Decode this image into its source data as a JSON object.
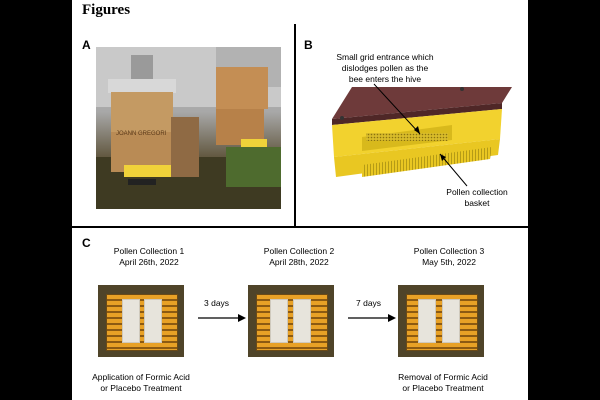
{
  "figure_title": "Figures",
  "panels": {
    "a": {
      "letter": "A"
    },
    "b": {
      "letter": "B",
      "entrance_label_lines": [
        "Small grid entrance which",
        "dislodges pollen as the",
        "bee enters the hive"
      ],
      "basket_label_lines": [
        "Pollen collection",
        "basket"
      ]
    },
    "c": {
      "letter": "C",
      "collections": [
        {
          "title": "Pollen Collection 1",
          "date": "April 26th, 2022"
        },
        {
          "title": "Pollen Collection 2",
          "date": "April 28th, 2022"
        },
        {
          "title": "Pollen Collection 3",
          "date": "May 5th, 2022"
        }
      ],
      "intervals": [
        "3 days",
        "7 days"
      ],
      "caption_left": [
        "Application of Formic Acid",
        "or Placebo Treatment"
      ],
      "caption_right": [
        "Removal of Formic Acid",
        "or Placebo Treatment"
      ]
    }
  },
  "colors": {
    "hive_yellow": "#f2d22e",
    "hive_roof": "#6e3a3a",
    "frame_orange": "#e8a126"
  }
}
